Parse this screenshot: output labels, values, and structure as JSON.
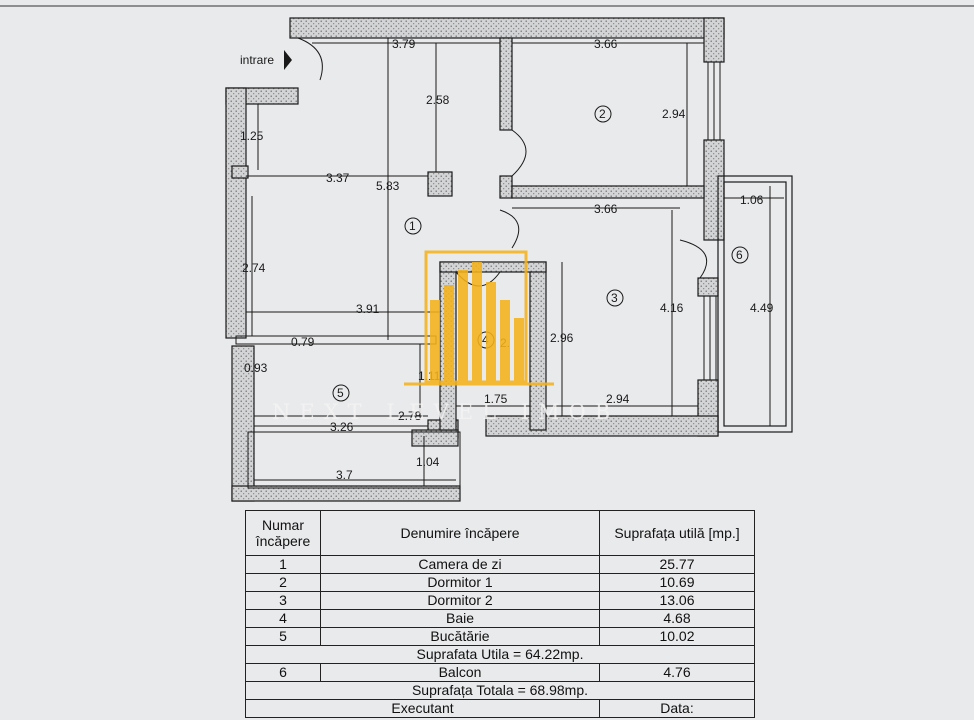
{
  "plan": {
    "entrance_label": "intrare",
    "dimensions": [
      "3.79",
      "3.66",
      "2.58",
      "2.94",
      "1.25",
      "3.37",
      "5.83",
      "3.66",
      "1.06",
      "2.74",
      "3.91",
      "2.96",
      "4.16",
      "4.49",
      "0.79",
      "0.93",
      "1.11",
      "2.",
      "1.75",
      "2.94",
      "2.78",
      "3.26",
      "1.04",
      "3.7"
    ],
    "room_numbers": [
      "1",
      "2",
      "3",
      "4",
      "5",
      "6"
    ],
    "watermark": "NEXT LEVEL IMOB"
  },
  "table": {
    "headers": [
      "Numar încăpere",
      "Denumire încăpere",
      "Suprafața utilă [mp.]"
    ],
    "rows": [
      {
        "num": "1",
        "name": "Camera de zi",
        "area": "25.77"
      },
      {
        "num": "2",
        "name": "Dormitor 1",
        "area": "10.69"
      },
      {
        "num": "3",
        "name": "Dormitor 2",
        "area": "13.06"
      },
      {
        "num": "4",
        "name": "Baie",
        "area": "4.68"
      },
      {
        "num": "5",
        "name": "Bucătărie",
        "area": "10.02"
      }
    ],
    "subtotal": "Suprafata Utila = 64.22mp.",
    "balcony": {
      "num": "6",
      "name": "Balcon",
      "area": "4.76"
    },
    "total": "Suprafața Totala = 68.98mp.",
    "footer_left": "Executant",
    "footer_right": "Data:"
  },
  "colors": {
    "wall_fill": "#cfd0d2",
    "line": "#1a1a1a",
    "logo": "#f5b21b"
  }
}
